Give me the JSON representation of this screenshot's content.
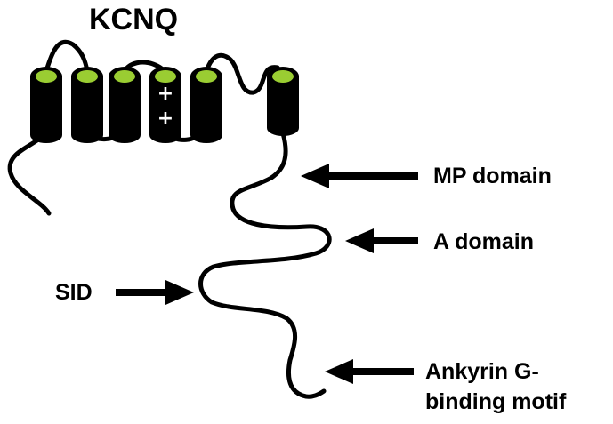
{
  "title": "KCNQ",
  "labels": {
    "mp_domain": "MP domain",
    "a_domain": "A domain",
    "sid": "SID",
    "ankyrin_line1": "Ankyrin G-",
    "ankyrin_line2": "binding motif"
  },
  "charge_symbols": [
    "+",
    "+"
  ],
  "colors": {
    "helix_body": "#000000",
    "helix_top": "#9ACD32",
    "chain": "#000000",
    "background": "#ffffff"
  }
}
